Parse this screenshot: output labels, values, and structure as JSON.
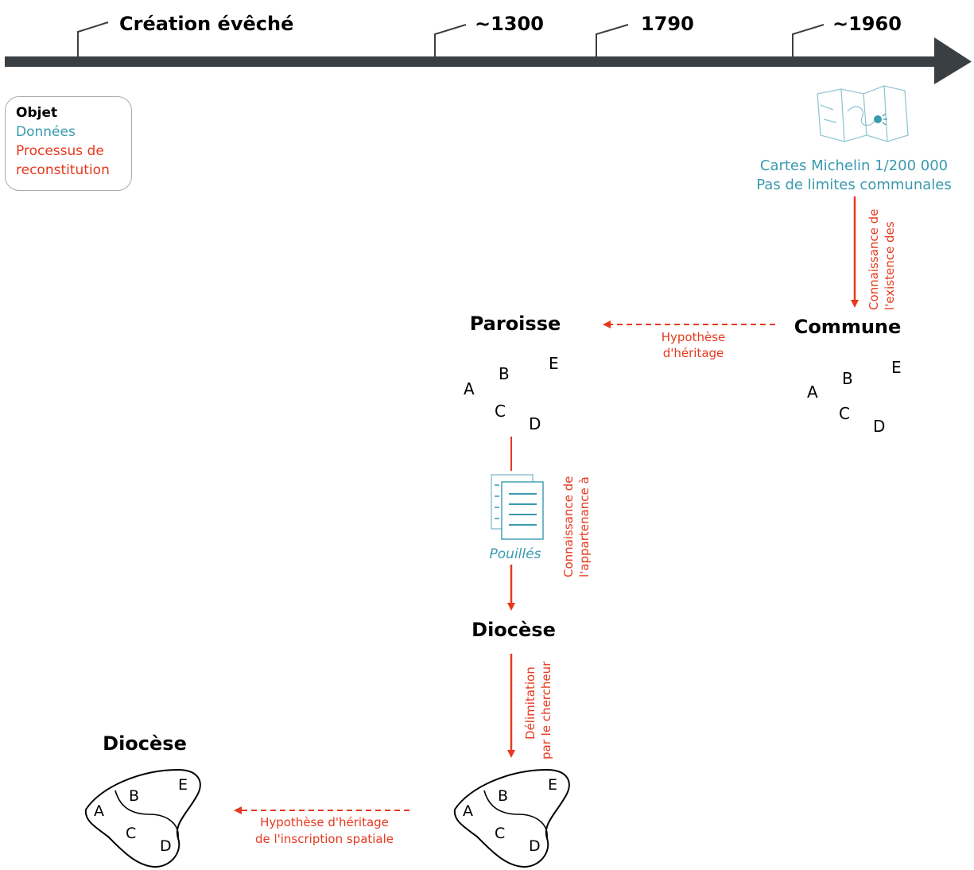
{
  "timeline": {
    "marks": [
      "Création évêché",
      "~1300",
      "1790",
      "~1960"
    ]
  },
  "legend": {
    "object": "Objet",
    "data": "Données",
    "process": "Processus de reconstitution"
  },
  "michelin": {
    "line1": "Cartes Michelin 1/200 000",
    "line2": "Pas de limites communales"
  },
  "existence_arrow": {
    "line1": "Connaissance de",
    "line2": "l'existence des"
  },
  "commune": {
    "title": "Commune",
    "letters": [
      "A",
      "B",
      "C",
      "D",
      "E"
    ]
  },
  "paroisse": {
    "title": "Paroisse",
    "letters": [
      "A",
      "B",
      "C",
      "D",
      "E"
    ]
  },
  "heritage_hypothesis": {
    "line1": "Hypothèse",
    "line2": "d'héritage"
  },
  "pouilles": {
    "label": "Pouillés"
  },
  "appartenance_arrow": {
    "line1": "Connaissance de",
    "line2": "l'appartenance à"
  },
  "diocese_center": {
    "title": "Diocèse"
  },
  "delimitation_arrow": {
    "line1": "Délimitation",
    "line2": "par le chercheur"
  },
  "diocese_left": {
    "title": "Diocèse"
  },
  "spatial_hypothesis": {
    "line1": "Hypothèse d'héritage",
    "line2": "de l'inscription spatiale"
  },
  "map_right": {
    "letters": [
      "A",
      "B",
      "C",
      "D",
      "E"
    ]
  },
  "map_left": {
    "letters": [
      "A",
      "B",
      "C",
      "D",
      "E"
    ]
  },
  "colors": {
    "timeline": "#3a3f44",
    "data": "#3a9aaf",
    "process": "#e6391f",
    "object": "#000000"
  }
}
